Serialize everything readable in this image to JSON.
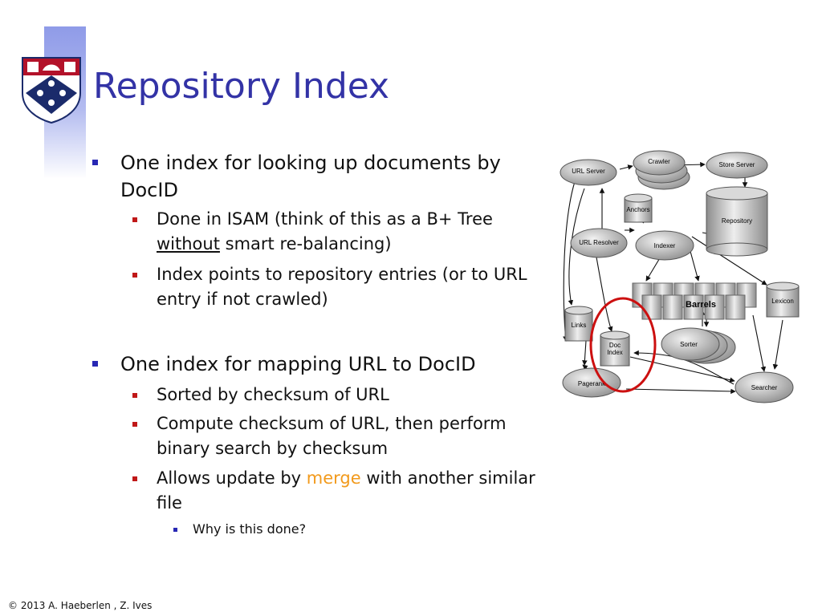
{
  "slide": {
    "title": "Repository Index",
    "footer": "© 2013 A. Haeberlen , Z. Ives"
  },
  "bullets": {
    "b1": "One index for looking up documents by DocID",
    "b1_s1_a": "Done in ISAM (think of this as a B+ Tree ",
    "b1_s1_u": "without",
    "b1_s1_b": " smart re-balancing)",
    "b1_s2": "Index points to repository entries (or to URL entry if not crawled)",
    "b2": "One index for mapping URL to DocID",
    "b2_s1": "Sorted by checksum of URL",
    "b2_s2": "Compute checksum of URL, then perform binary search by checksum",
    "b2_s3_a": "Allows update by ",
    "b2_s3_h": "merge",
    "b2_s3_b": " with another similar file",
    "b2_s3_s1": "Why is this done?"
  },
  "diagram": {
    "url_server": "URL Server",
    "crawler": "Crawler",
    "store_server": "Store Server",
    "repository": "Repository",
    "anchors": "Anchors",
    "url_resolver": "URL Resolver",
    "indexer": "Indexer",
    "barrels": "Barrels",
    "lexicon": "Lexicon",
    "links": "Links",
    "doc_index_1": "Doc",
    "doc_index_2": "Index",
    "sorter": "Sorter",
    "pagerank": "Pagerank",
    "searcher": "Searcher"
  },
  "colors": {
    "title": "#3333a6",
    "bullet_l1": "#2828b4",
    "bullet_l2": "#c01818",
    "highlight": "#f29a1c",
    "circle": "#cc1010"
  },
  "icons": [
    "penn-shield-logo"
  ]
}
